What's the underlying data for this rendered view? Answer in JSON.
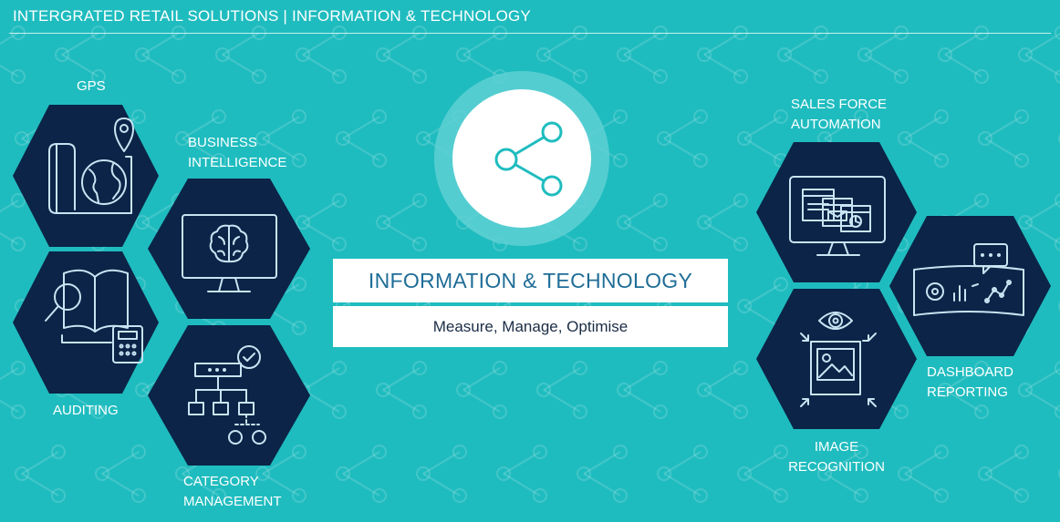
{
  "header": {
    "title": "INTERGRATED RETAIL SOLUTIONS | INFORMATION & TECHNOLOGY"
  },
  "center": {
    "title": "INFORMATION & TECHNOLOGY",
    "subtitle": "Measure, Manage, Optimise",
    "icon": "share-icon"
  },
  "left_services": [
    {
      "line1": "GPS",
      "line2": "",
      "icon": "map-globe-icon"
    },
    {
      "line1": "BUSINESS",
      "line2": "INTELLIGENCE",
      "icon": "brain-monitor-icon"
    },
    {
      "line1": "AUDITING",
      "line2": "",
      "icon": "book-magnifier-calculator-icon"
    },
    {
      "line1": "CATEGORY",
      "line2": "MANAGEMENT",
      "icon": "org-chart-icon"
    }
  ],
  "right_services": [
    {
      "line1": "SALES FORCE",
      "line2": "AUTOMATION",
      "icon": "monitor-windows-icon"
    },
    {
      "line1": "DASHBOARD",
      "line2": "REPORTING",
      "icon": "dashboard-chart-icon"
    },
    {
      "line1": "IMAGE",
      "line2": "RECOGNITION",
      "icon": "eye-image-icon"
    }
  ],
  "colors": {
    "background": "#1fbcbf",
    "hexagon": "#0b2447",
    "icon_line": "#c8e4f2",
    "center_title": "#1f6d97"
  }
}
